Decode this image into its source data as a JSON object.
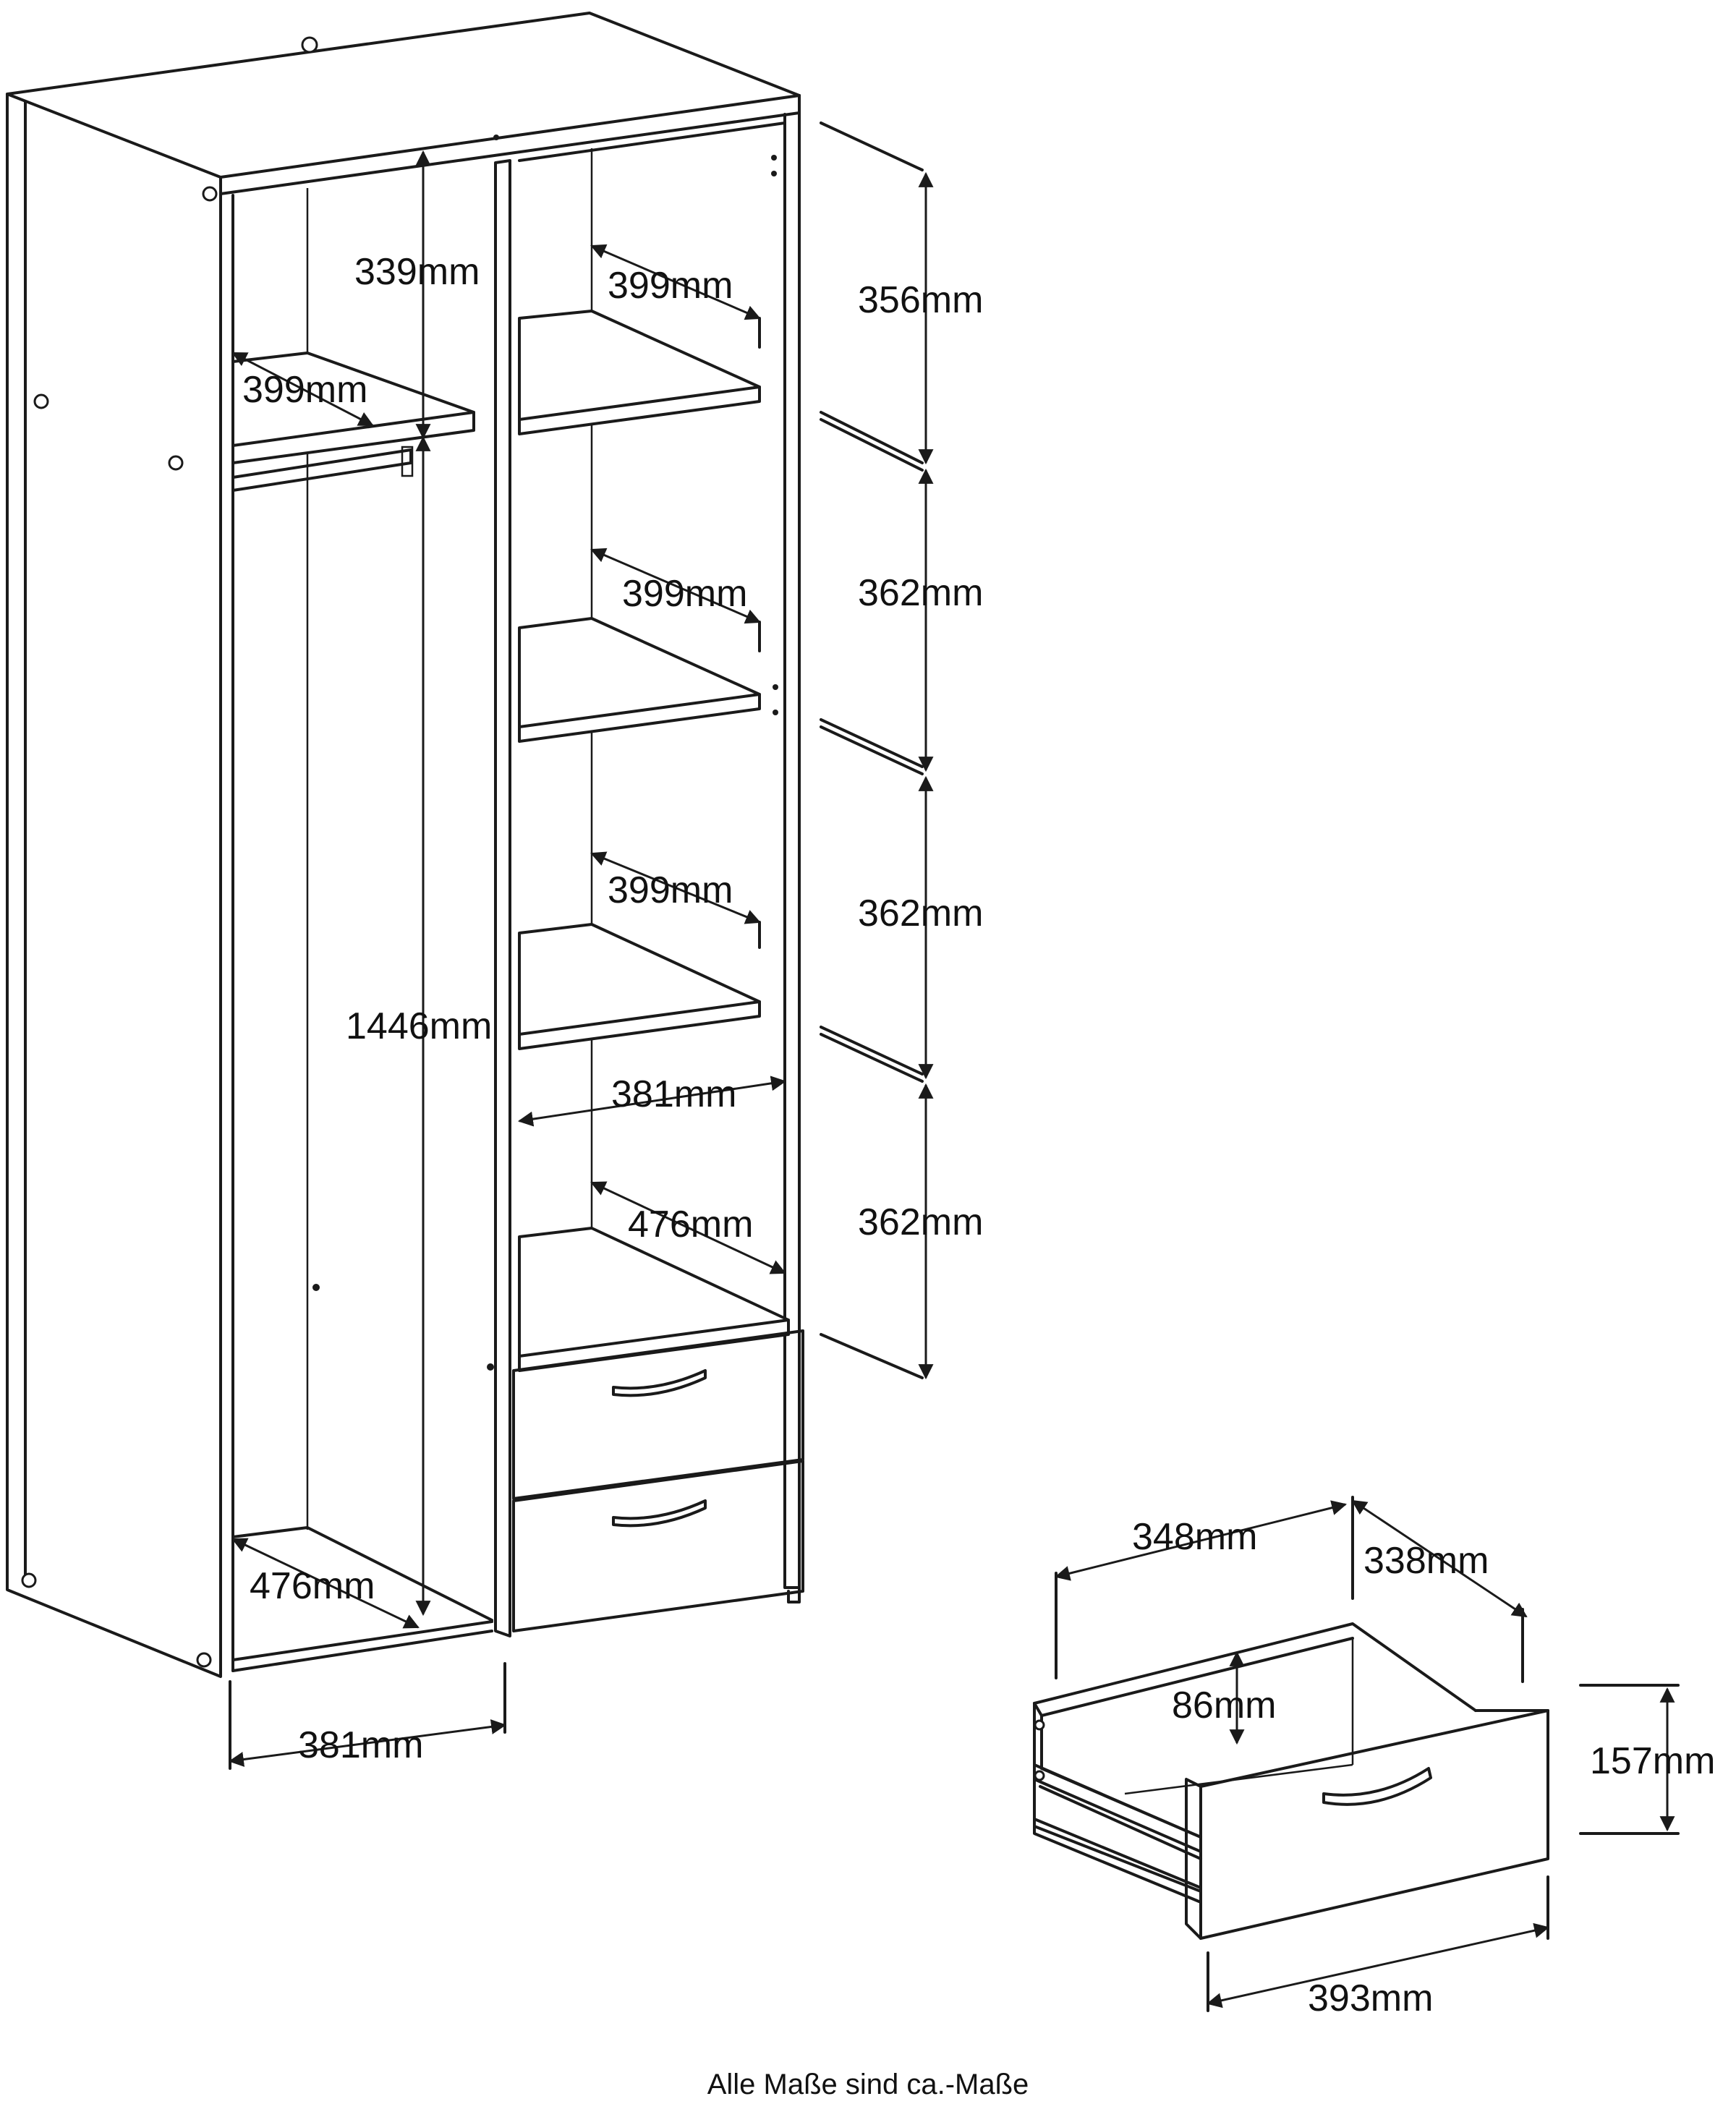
{
  "wardrobe": {
    "left_section": {
      "top_compartment_height": "339mm",
      "shelf_depth": "399mm",
      "hanging_height": "1446mm",
      "bottom_depth": "476mm",
      "inner_width": "381mm"
    },
    "right_section": {
      "shelf_1_depth": "399mm",
      "shelf_2_depth": "399mm",
      "shelf_3_depth": "399mm",
      "inner_width": "381mm",
      "bottom_shelf_depth": "476mm"
    },
    "compartment_heights": [
      "356mm",
      "362mm",
      "362mm",
      "362mm"
    ]
  },
  "drawer": {
    "width_back": "348mm",
    "depth": "338mm",
    "inner_height": "86mm",
    "front_height": "157mm",
    "front_width": "393mm"
  },
  "caption": "Alle Maße sind ca.-Maße"
}
